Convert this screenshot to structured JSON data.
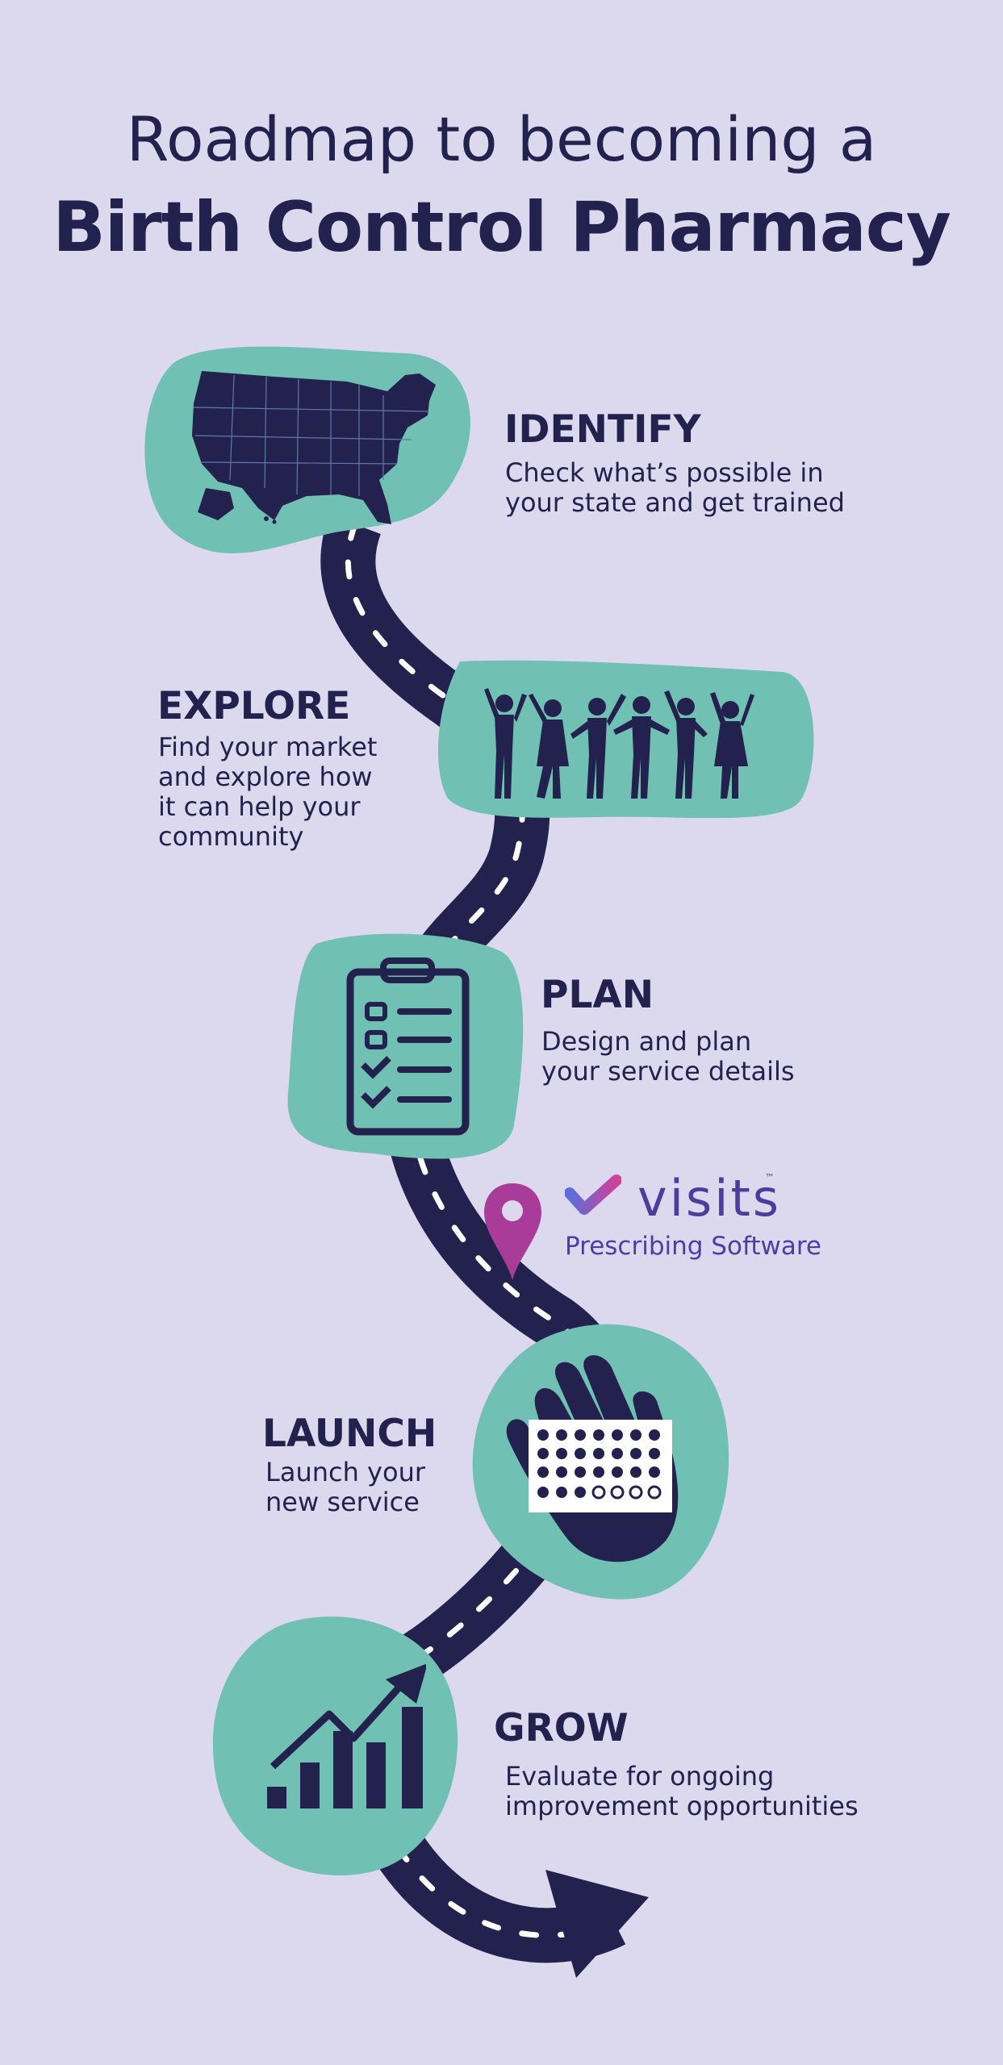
{
  "header": {
    "line1": "Roadmap to becoming a",
    "line2": "Birth Control Pharmacy"
  },
  "steps": [
    {
      "title": "IDENTIFY",
      "description": "Check what’s possible in\nyour state and get trained",
      "icon": "us-map-icon"
    },
    {
      "title": "EXPLORE",
      "description": "Find your market\nand explore how\nit can help your\ncommunity",
      "icon": "community-people-icon"
    },
    {
      "title": "PLAN",
      "description": "Design and plan\nyour service details",
      "icon": "clipboard-checklist-icon"
    },
    {
      "title": "LAUNCH",
      "description": "Launch your\nnew service",
      "icon": "hand-pill-pack-icon"
    },
    {
      "title": "GROW",
      "description": "Evaluate for ongoing\nimprovement opportunities",
      "icon": "growth-chart-icon"
    }
  ],
  "brand": {
    "name": "visits",
    "trademark": "™",
    "subtitle": "Prescribing Software",
    "icon": "check-logo-icon"
  },
  "marker": {
    "icon": "location-pin-icon"
  },
  "colors": {
    "background": "#dcd9ef",
    "navy": "#23224f",
    "teal": "#70c0b3",
    "brand_purple": "#4b3d9c",
    "pin_magenta": "#a93b99"
  }
}
